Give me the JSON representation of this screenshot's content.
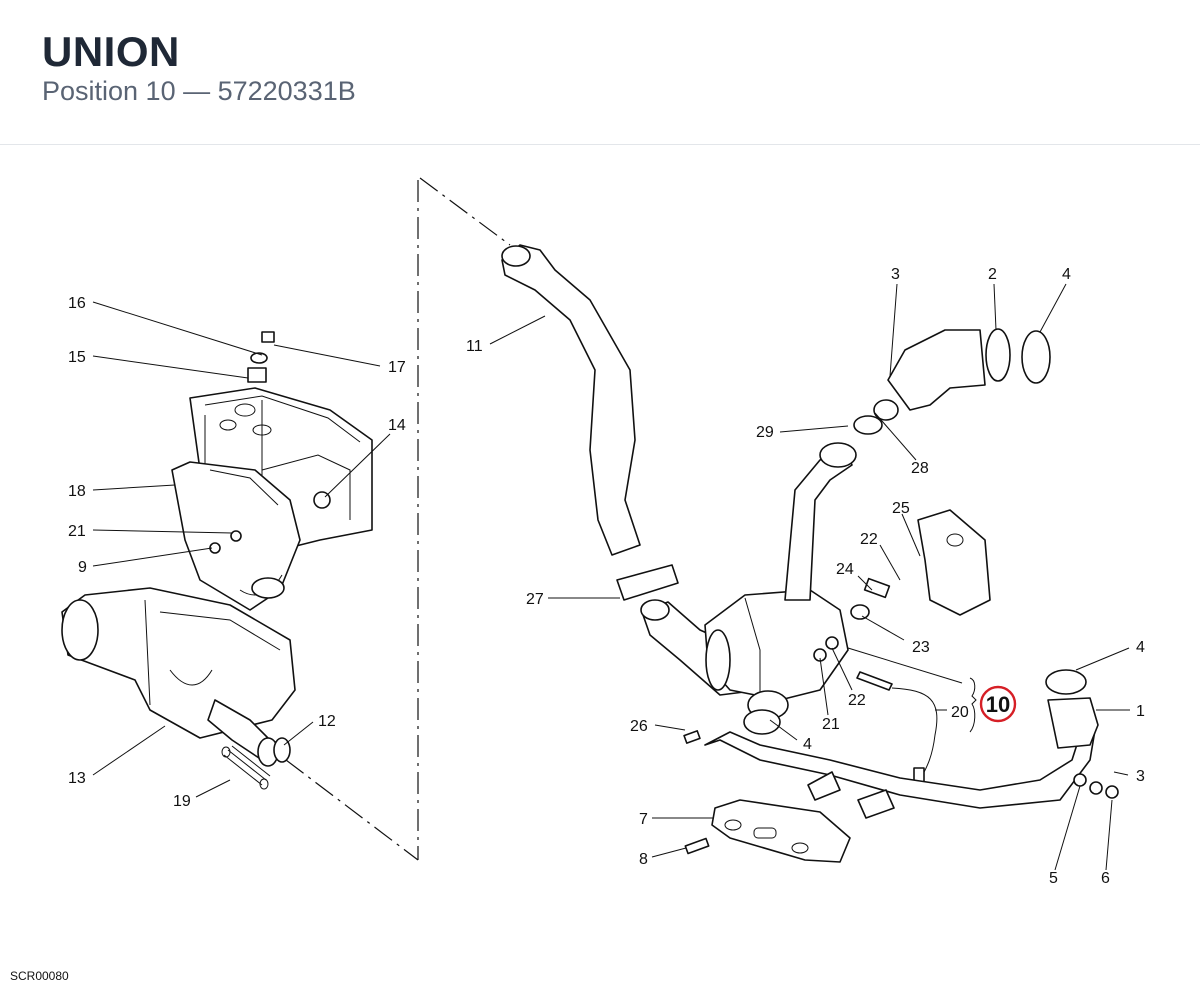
{
  "header": {
    "part_name": "UNION",
    "subtitle": "Position 10 — 57220331B"
  },
  "diagram": {
    "highlight": "10",
    "callouts": [
      "16",
      "15",
      "17",
      "14",
      "18",
      "21",
      "9",
      "13",
      "12",
      "19",
      "11",
      "27",
      "26",
      "7",
      "8",
      "3",
      "2",
      "4",
      "29",
      "28",
      "25",
      "22",
      "24",
      "23",
      "21",
      "22",
      "20",
      "4",
      "1",
      "3",
      "5",
      "6",
      "4"
    ]
  },
  "footer": {
    "ref_code": "SCR00080"
  },
  "colors": {
    "highlight_ring": "#d61f26",
    "title": "#1f2836",
    "subtitle": "#5a6474"
  }
}
